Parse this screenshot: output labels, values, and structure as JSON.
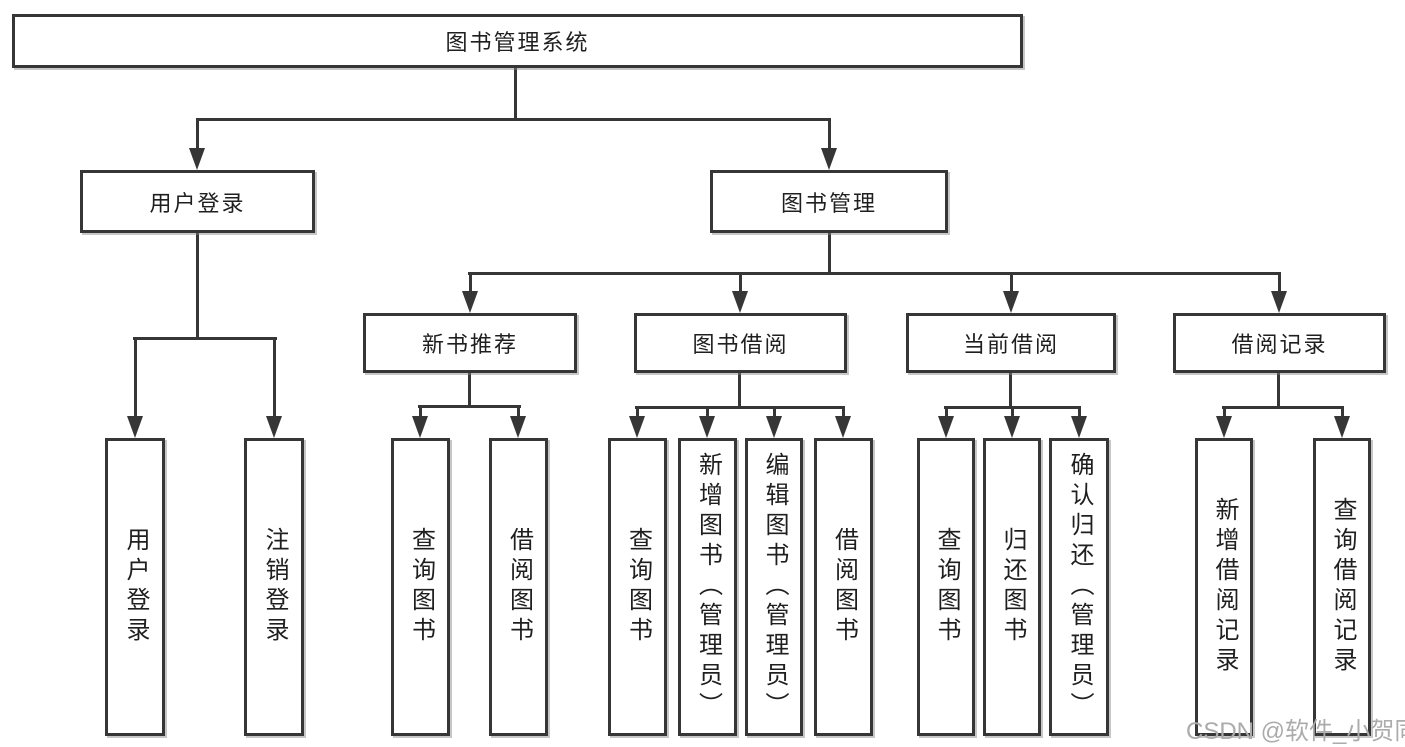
{
  "nodes": {
    "root": "图书管理系统",
    "user_login": "用户登录",
    "book_mgmt": "图书管理",
    "new_book_rec": "新书推荐",
    "book_borrow": "图书借阅",
    "current_borrow": "当前借阅",
    "borrow_records": "借阅记录",
    "leaf_user_login": "用户登录",
    "leaf_logout": "注销登录",
    "leaf_query_book_rec": "查询图书",
    "leaf_borrow_book_rec": "借阅图书",
    "leaf_query_book_borrow": "查询图书",
    "leaf_add_book_admin": "新增图书（管理员）",
    "leaf_edit_book_admin": "编辑图书（管理员）",
    "leaf_borrow_book_borrow": "借阅图书",
    "leaf_query_book_current": "查询图书",
    "leaf_return_book": "归还图书",
    "leaf_confirm_return_admin": "确认归还（管理员）",
    "leaf_add_borrow_record": "新增借阅记录",
    "leaf_query_borrow_record": "查询借阅记录"
  },
  "watermark": {
    "text": "CSDN @软件_小贺同学"
  },
  "colors": {
    "line": "#363636",
    "text": "#1f1f1f",
    "watermark": "#ababab",
    "background": "#ffffff"
  }
}
